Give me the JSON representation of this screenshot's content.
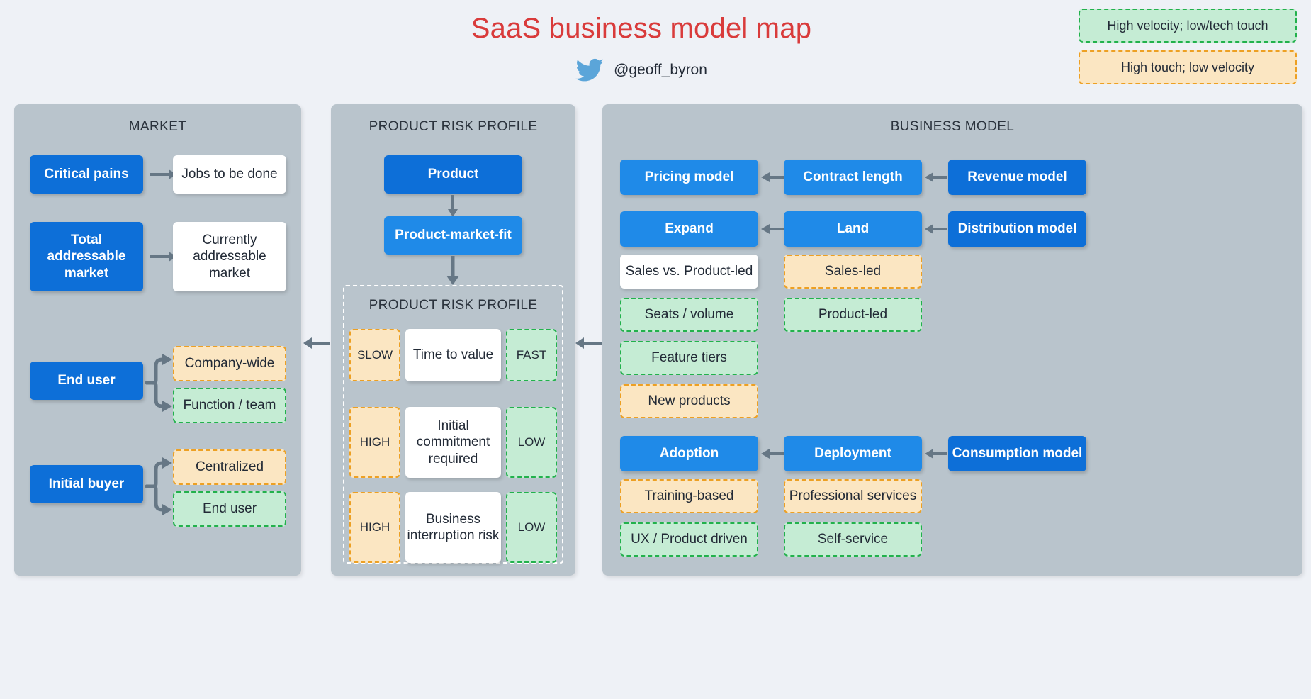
{
  "header": {
    "title": "SaaS business model map",
    "handle": "@geoff_byron",
    "twitter_icon": "twitter-bird-icon"
  },
  "legend": [
    {
      "label": "High velocity; low/tech touch",
      "style": "green"
    },
    {
      "label": "High touch; low velocity",
      "style": "orange"
    }
  ],
  "colors": {
    "title_red": "#d93b3b",
    "panel_bg": "#b9c4cc",
    "page_bg": "#eef1f6",
    "blue_dark": "#0d6fd8",
    "blue_light": "#1f8ae8",
    "green_fill": "#c5ecd4",
    "green_border": "#22b14c",
    "orange_fill": "#fbe6c2",
    "orange_border": "#eda023",
    "arrow_gray": "#667785"
  },
  "market": {
    "title": "MARKET",
    "critical_pains": "Critical pains",
    "jobs_to_be_done": "Jobs to be done",
    "total_addressable_market": "Total addressable market",
    "currently_addressable_market": "Currently addressable market",
    "end_user": "End user",
    "company_wide": "Company-wide",
    "function_team": "Function / team",
    "initial_buyer": "Initial buyer",
    "centralized": "Centralized",
    "end_user_option": "End user"
  },
  "risk": {
    "title": "PRODUCT RISK PROFILE",
    "product": "Product",
    "product_market_fit": "Product-market-fit",
    "inner_title": "PRODUCT RISK PROFILE",
    "rows": [
      {
        "left": "SLOW",
        "middle": "Time to value",
        "right": "FAST"
      },
      {
        "left": "HIGH",
        "middle": "Initial commitment required",
        "right": "LOW"
      },
      {
        "left": "HIGH",
        "middle": "Business interruption risk",
        "right": "LOW"
      }
    ]
  },
  "business": {
    "title": "BUSINESS MODEL",
    "pricing_model": "Pricing model",
    "contract_length": "Contract length",
    "revenue_model": "Revenue model",
    "expand": "Expand",
    "land": "Land",
    "distribution_model": "Distribution model",
    "sales_vs_product_led": "Sales vs. Product-led",
    "sales_led": "Sales-led",
    "seats_volume": "Seats / volume",
    "product_led": "Product-led",
    "feature_tiers": "Feature tiers",
    "new_products": "New products",
    "adoption": "Adoption",
    "deployment": "Deployment",
    "consumption_model": "Consumption model",
    "training_based": "Training-based",
    "professional_services": "Professional services",
    "ux_product_driven": "UX / Product driven",
    "self_service": "Self-service"
  }
}
